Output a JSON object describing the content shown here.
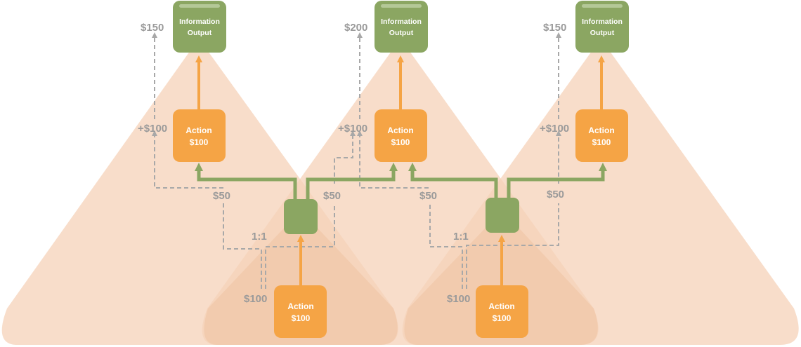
{
  "colors": {
    "triangle_fill": "#f6d2b8",
    "action_orange": "#f5a445",
    "arrow_orange": "#f5a445",
    "output_green": "#8ba662",
    "connector_green": "#8ba662",
    "dashed_gray": "#a8a8a8",
    "label_gray": "#9a9a9a"
  },
  "outputs": [
    {
      "title_line1": "Information",
      "title_line2": "Output",
      "value": "$150"
    },
    {
      "title_line1": "Information",
      "title_line2": "Output",
      "value": "$200"
    },
    {
      "title_line1": "Information",
      "title_line2": "Output",
      "value": "$150"
    }
  ],
  "top_actions": [
    {
      "title": "Action",
      "value": "$100",
      "bonus": "+$100"
    },
    {
      "title": "Action",
      "value": "$100",
      "bonus": "+$100"
    },
    {
      "title": "Action",
      "value": "$100",
      "bonus": "+$100"
    }
  ],
  "hubs": [
    {
      "left_share": "$50",
      "right_share": "$50",
      "ratio": "1:1"
    },
    {
      "left_share": "$50",
      "right_share": "$50",
      "ratio": "1:1"
    }
  ],
  "bottom_actions": [
    {
      "title": "Action",
      "value": "$100",
      "input": "$100"
    },
    {
      "title": "Action",
      "value": "$100",
      "input": "$100"
    }
  ]
}
